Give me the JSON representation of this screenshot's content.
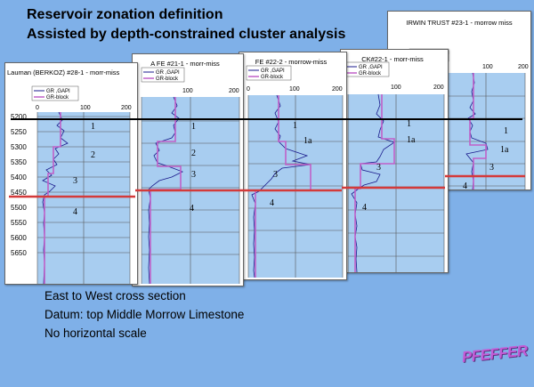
{
  "slide": {
    "title_line1": "Reservoir zonation definition",
    "title_line2": "Assisted by depth-constrained cluster analysis",
    "notes": [
      "East to West cross section",
      "Datum: top Middle Morrow Limestone",
      "No horizontal scale"
    ],
    "logo": "PFEFFER",
    "colors": {
      "background": "#7fb0e8",
      "track_fill": "#a8cdf0",
      "gr_curve": "#1a1a8c",
      "gr_block": "#c060c8",
      "boundary": "#d43a3a",
      "datum": "#000000"
    }
  },
  "legend": {
    "curve1": "GR ,GAPI",
    "curve2": "GR-block"
  },
  "wells": [
    {
      "title": "Lauman (BERKOZ) #28-1 - morr-miss",
      "ticks": [
        "0",
        "100",
        "200"
      ],
      "depths": [
        "5200",
        "5250",
        "5300",
        "5350",
        "5400",
        "5450",
        "5500",
        "5550",
        "5600",
        "5650"
      ],
      "zones": [
        "1",
        "2",
        "3",
        "4"
      ]
    },
    {
      "title": "A FE #21-1 - morr-miss",
      "ticks": [
        "100",
        "200"
      ],
      "zones": [
        "1",
        "2",
        "3",
        "4"
      ]
    },
    {
      "title": "FE #22-2 - morrow-miss",
      "ticks": [
        "0",
        "100",
        "200"
      ],
      "zones": [
        "1",
        "1a",
        "3",
        "4"
      ]
    },
    {
      "title": "CK#22-1 - morr-miss",
      "ticks": [
        "100",
        "200"
      ],
      "zones": [
        "1",
        "1a",
        "3",
        "4"
      ]
    },
    {
      "title": "IRWIN TRUST #23-1 - morrow miss",
      "ticks": [
        "100",
        "200"
      ],
      "zones": [
        "1",
        "1a",
        "3",
        "4"
      ]
    }
  ]
}
